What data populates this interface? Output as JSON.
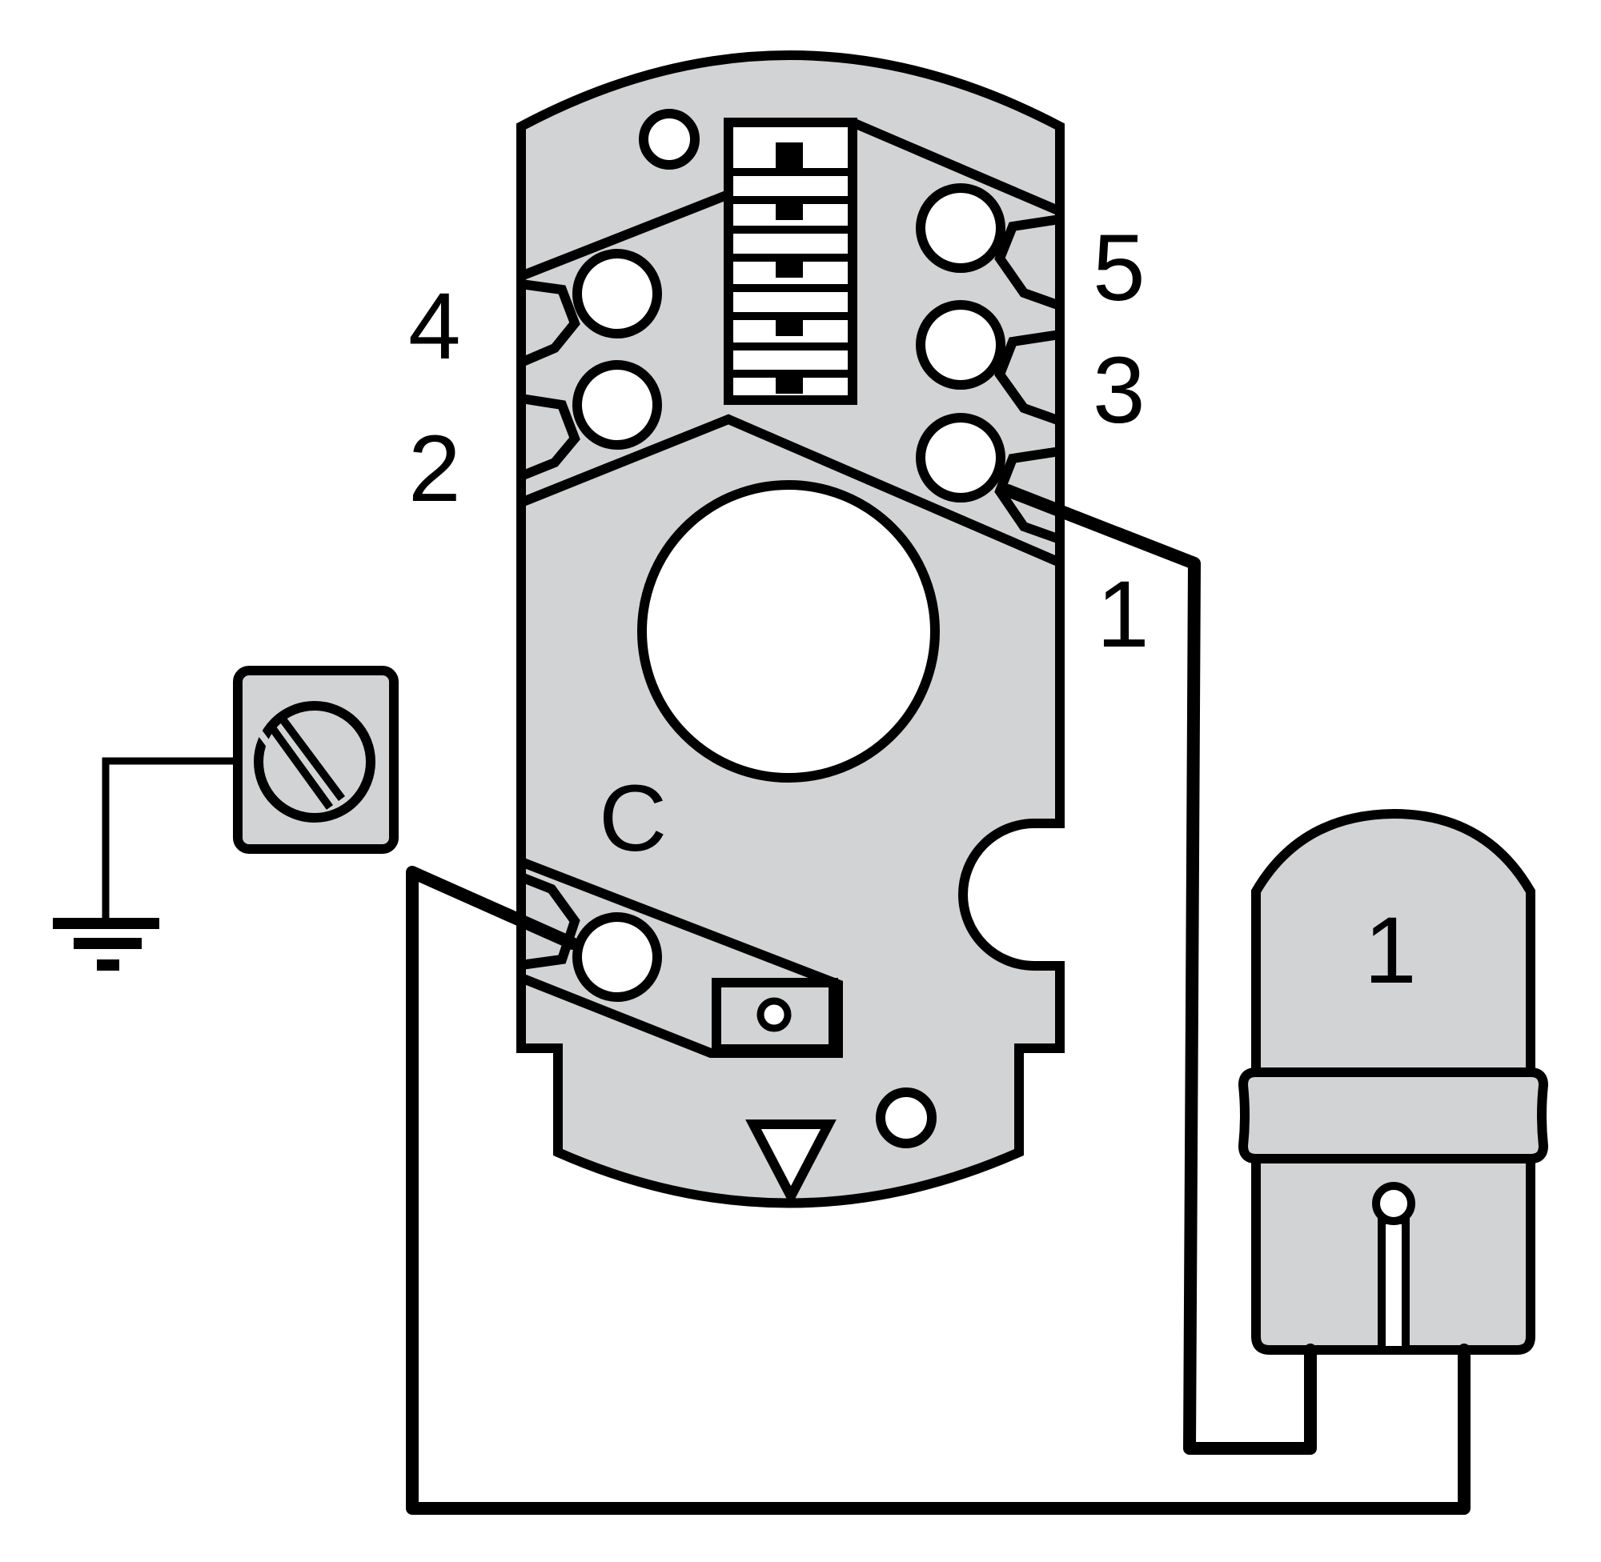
{
  "labels": {
    "terminal_4": "4",
    "terminal_2": "2",
    "terminal_5": "5",
    "terminal_3": "3",
    "terminal_1": "1",
    "terminal_c": "C",
    "lamp": "1"
  },
  "colors": {
    "fill": "#d1d3d4",
    "stroke": "#000000",
    "background": "#ffffff"
  }
}
